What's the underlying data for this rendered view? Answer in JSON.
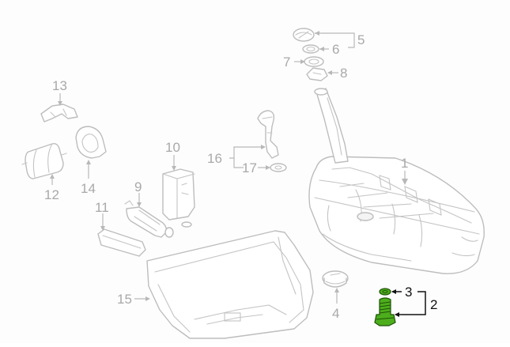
{
  "diagram": {
    "callouts": [
      {
        "id": "c1",
        "label": "1"
      },
      {
        "id": "c2",
        "label": "2"
      },
      {
        "id": "c3",
        "label": "3"
      },
      {
        "id": "c4",
        "label": "4"
      },
      {
        "id": "c5",
        "label": "5"
      },
      {
        "id": "c6",
        "label": "6"
      },
      {
        "id": "c7",
        "label": "7"
      },
      {
        "id": "c8",
        "label": "8"
      },
      {
        "id": "c9",
        "label": "9"
      },
      {
        "id": "c10",
        "label": "10"
      },
      {
        "id": "c11",
        "label": "11"
      },
      {
        "id": "c12",
        "label": "12"
      },
      {
        "id": "c13",
        "label": "13"
      },
      {
        "id": "c14",
        "label": "14"
      },
      {
        "id": "c15",
        "label": "15"
      },
      {
        "id": "c16",
        "label": "16"
      },
      {
        "id": "c17",
        "label": "17"
      }
    ],
    "highlighted_parts": [
      "2",
      "3"
    ],
    "colors": {
      "line_art": "#bdbdbd",
      "label_normal": "#a9a9a9",
      "label_highlight": "#111111",
      "part_highlight": "#4cae1c",
      "background": "#ffffff"
    }
  }
}
